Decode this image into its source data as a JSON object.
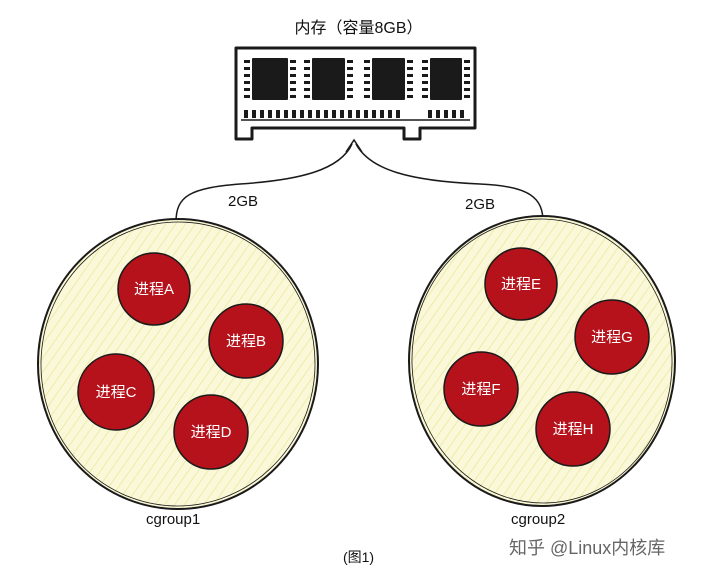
{
  "memory": {
    "title": "内存（容量8GB）"
  },
  "allocations": [
    {
      "id": "left",
      "label": "2GB"
    },
    {
      "id": "right",
      "label": "2GB"
    }
  ],
  "cgroups": [
    {
      "name": "cgroup1",
      "processes": [
        "进程A",
        "进程B",
        "进程C",
        "进程D"
      ]
    },
    {
      "name": "cgroup2",
      "processes": [
        "进程E",
        "进程G",
        "进程F",
        "进程H"
      ]
    }
  ],
  "caption": "(图1)",
  "watermark": "知乎 @Linux内核库",
  "colors": {
    "process_fill": "#b5121b",
    "group_fill": "#fbf8d9",
    "group_hatch": "#e9ec9e",
    "stroke": "#1a1a1a"
  }
}
